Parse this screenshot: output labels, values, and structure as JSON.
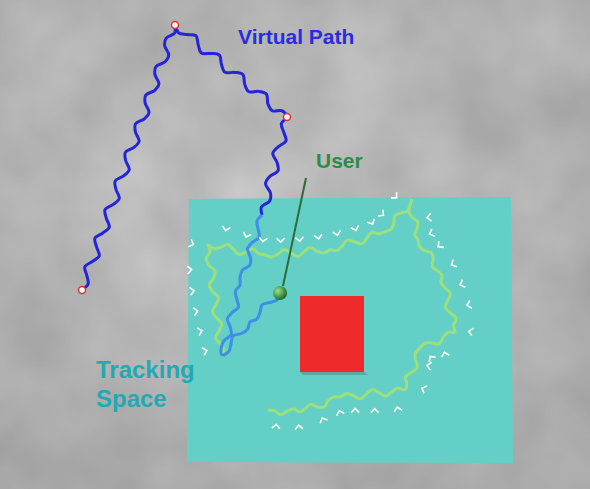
{
  "diagram": {
    "labels": [
      "Virtual Path",
      "User",
      "Tracking Space"
    ]
  }
}
